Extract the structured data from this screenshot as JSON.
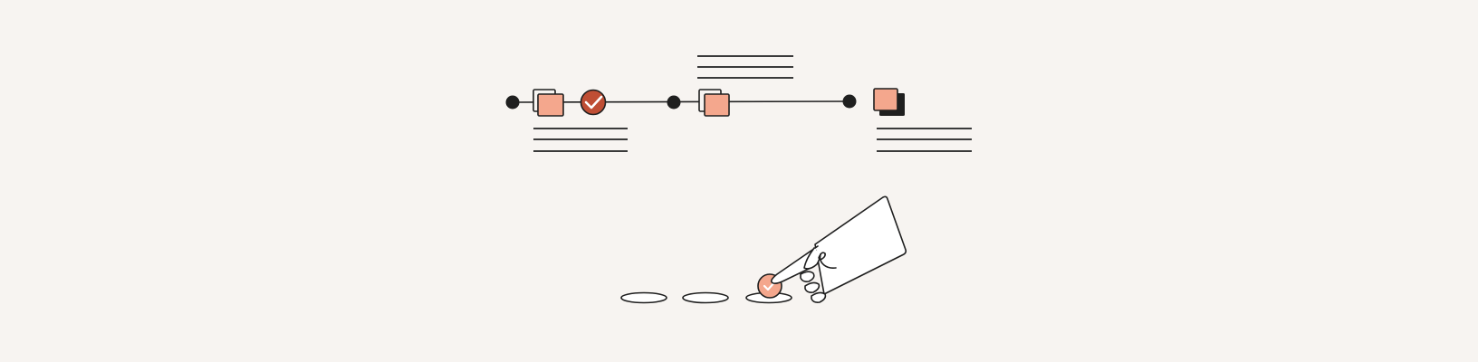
{
  "illustration": {
    "timeline": {
      "nodes": [
        "start-dot",
        "copy-doc",
        "done-check",
        "mid-dot",
        "copy-doc",
        "end-dot",
        "final-doc"
      ],
      "states": [
        "complete",
        "complete",
        "complete",
        "pending"
      ]
    },
    "hand": {
      "gesture": "pointing",
      "target": "check-button"
    },
    "option_buttons": {
      "count": 3,
      "selected_index": 2
    },
    "colors": {
      "background": "#f7f4f1",
      "ink": "#1f1f1f",
      "accent": "#f4a78d",
      "accent_dark": "#bf4e34",
      "paper": "#ffffff"
    },
    "icons": [
      "dot-icon",
      "copy-icon",
      "check-icon",
      "hand-pointer-icon"
    ]
  }
}
